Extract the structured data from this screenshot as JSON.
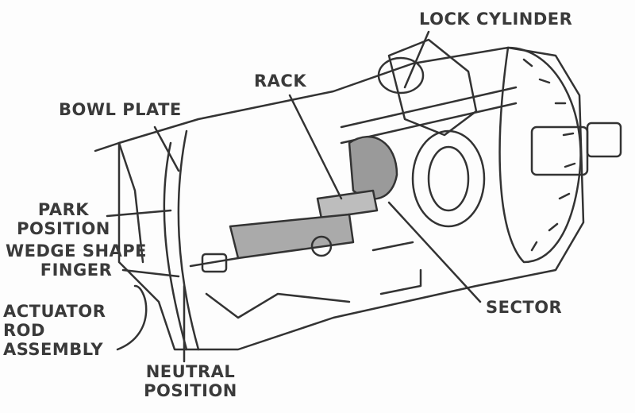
{
  "labels": {
    "lock_cylinder": "LOCK CYLINDER",
    "rack": "RACK",
    "bowl_plate": "BOWL PLATE",
    "park_position": [
      "PARK",
      "POSITION"
    ],
    "wedge_shape_finger": [
      "WEDGE SHAPE",
      "FINGER"
    ],
    "actuator_rod_assembly": [
      "ACTUATOR",
      "ROD",
      "ASSEMBLY"
    ],
    "neutral_position": [
      "NEUTRAL",
      "POSITION"
    ],
    "sector": "SECTOR"
  },
  "colors": {
    "ink": "#333333",
    "paper": "#fdfdfd",
    "shade": "#9a9a9a"
  }
}
